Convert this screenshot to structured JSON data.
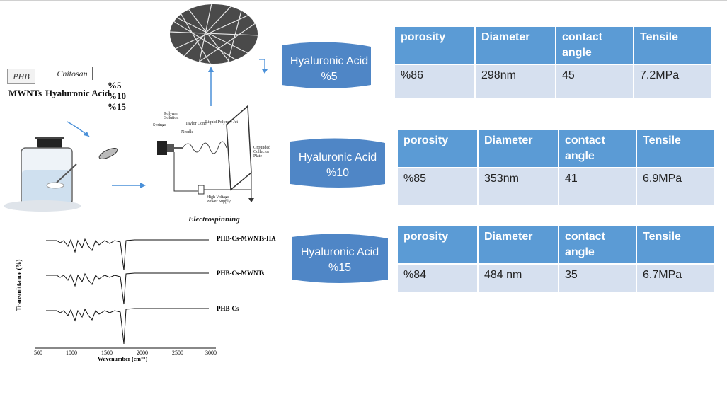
{
  "left": {
    "chip_phb": "PHB",
    "chip_chitosan": "Chitosan",
    "mwnts": "MWNTs",
    "hyaluronic": "Hyaluronic Acid",
    "percents": [
      "%5",
      "%10",
      "%15"
    ],
    "electrospinning": "Electrospinning",
    "setup_labels": {
      "syringe": "Syringe",
      "polymer_solution": "Polymer Solution",
      "taylor_cone": "Taylor Cone",
      "needle": "Needle",
      "liquid_jet": "Liquid Polymer Jet",
      "collector": "Grounded Collector Plate",
      "hv": "High Voltage Power Supply"
    }
  },
  "ftir": {
    "ylabel": "Transmittance (%)",
    "xlabel": "Wavenumber (cm⁻¹)",
    "ticks": [
      "500",
      "1000",
      "1500",
      "2000",
      "2500",
      "3000"
    ],
    "series": [
      "PHB-Cs-MWNTs-HA",
      "PHB-Cs-MWNTs",
      "PHB-Cs"
    ]
  },
  "callouts": [
    "Hyaluronic Acid\n%5",
    "Hyaluronic Acid\n%10",
    "Hyaluronic Acid\n%15"
  ],
  "tables": [
    {
      "h": [
        "porosity",
        "Diameter",
        "contact angle",
        "Tensile"
      ],
      "v": [
        "%86",
        "298nm",
        "45",
        "7.2MPa"
      ]
    },
    {
      "h": [
        "porosity",
        "Diameter",
        "contact angle",
        "Tensile"
      ],
      "v": [
        "%85",
        "353nm",
        "41",
        "6.9MPa"
      ]
    },
    {
      "h": [
        "porosity",
        "Diameter",
        "contact angle",
        "Tensile"
      ],
      "v": [
        "%84",
        "484 nm",
        "35",
        "6.7MPa"
      ]
    }
  ],
  "colors": {
    "table_header": "#5b9bd5",
    "table_body": "#d6e0ef",
    "callout": "#4f86c6"
  }
}
